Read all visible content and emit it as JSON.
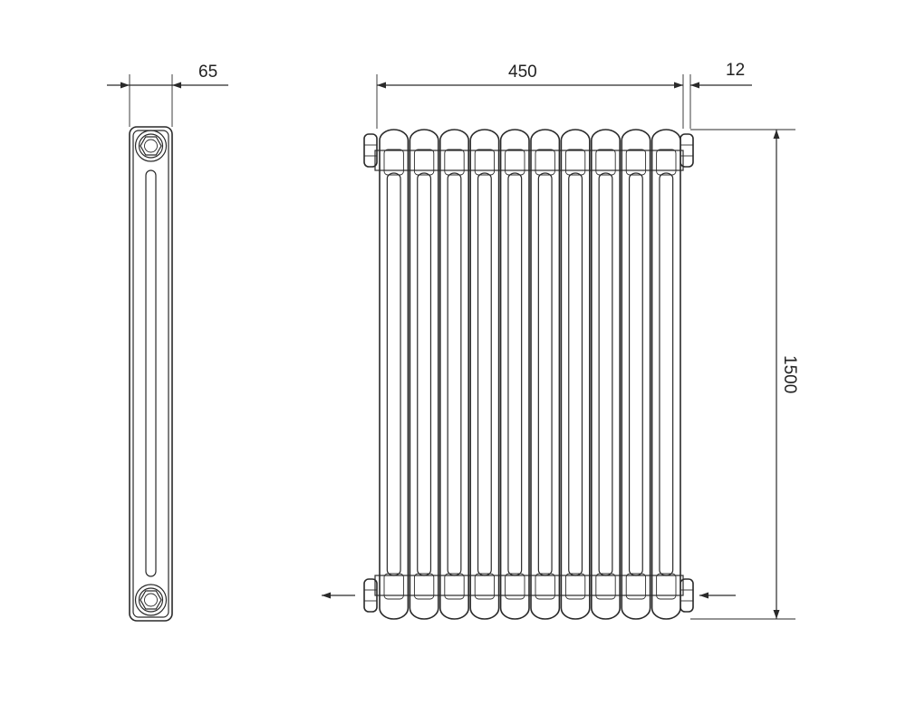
{
  "dimensions": {
    "depth": "65",
    "width": "450",
    "offset": "12",
    "height": "1500"
  },
  "radiator": {
    "column_count": 10
  },
  "colors": {
    "line": "#2a2a2a",
    "background": "#ffffff"
  }
}
